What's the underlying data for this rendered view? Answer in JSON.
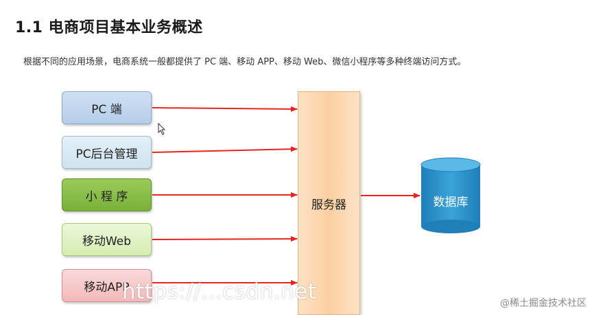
{
  "heading": "1.1 电商项目基本业务概述",
  "description": "根据不同的应用场景，电商系统一般都提供了 PC 端、移动 APP、移动 Web、微信小程序等多种终端访问方式。",
  "clients": [
    {
      "label": "PC 端"
    },
    {
      "label": "PC后台管理"
    },
    {
      "label": "小 程 序"
    },
    {
      "label": "移动Web"
    },
    {
      "label": "移动APP"
    }
  ],
  "server": {
    "label": "服务器"
  },
  "database": {
    "label": "数据库"
  },
  "watermark": {
    "url": "https://...csdn.net",
    "site": "@稀土掘金技术社区"
  },
  "colors": {
    "arrow": "#e8231c",
    "pc": "#b6cde9",
    "pc_admin": "#cfe3ef",
    "mini_program": "#78b039",
    "mobile_web": "#d6ecb2",
    "mobile_app": "#f3b9b9",
    "server": "#fbd0a2",
    "database": "#2a8fc6"
  }
}
